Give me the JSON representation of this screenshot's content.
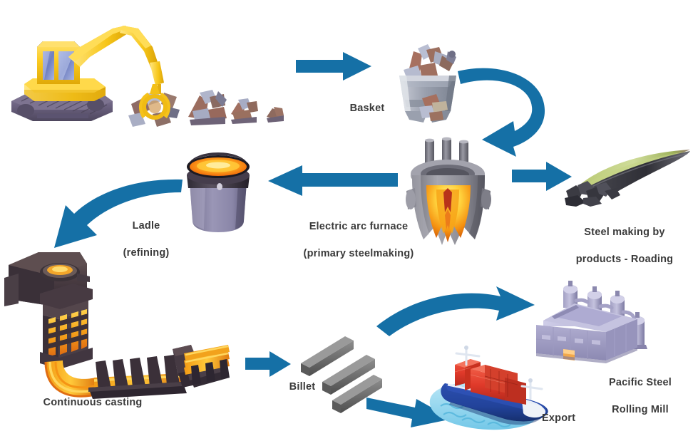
{
  "diagram": {
    "title": "Electric arc furnace steel making process flow",
    "accent_arrow_color": "#1570a6",
    "label_color": "#3a3a3a",
    "background": "#ffffff"
  },
  "nodes": [
    {
      "id": "excavator",
      "name": "scrap-handling-excavator",
      "label": "",
      "icon": "excavator-icon"
    },
    {
      "id": "scrap",
      "name": "scrap-metal-piles",
      "label": "",
      "icon": "scrap-pile-icon"
    },
    {
      "id": "basket",
      "name": "charge-basket",
      "label": "Basket",
      "icon": "basket-icon"
    },
    {
      "id": "eaf",
      "name": "electric-arc-furnace",
      "label": "Electric arc furnace\n(primary steelmaking)",
      "label_line1": "Electric arc furnace",
      "label_line2": "(primary steelmaking)",
      "icon": "electric-arc-furnace-icon"
    },
    {
      "id": "byproducts",
      "name": "steel-making-by-products",
      "label": "Steel making by\nproducts - Roading",
      "label_line1": "Steel making by",
      "label_line2": "products - Roading",
      "icon": "roading-aggregate-icon"
    },
    {
      "id": "ladle",
      "name": "refining-ladle",
      "label": "Ladle\n(refining)",
      "label_line1": "Ladle",
      "label_line2": "(refining)",
      "icon": "ladle-icon"
    },
    {
      "id": "caster",
      "name": "continuous-casting-machine",
      "label": "Continuous casting",
      "icon": "continuous-caster-icon"
    },
    {
      "id": "billet",
      "name": "steel-billets",
      "label": "Billet",
      "icon": "billet-icon"
    },
    {
      "id": "mill",
      "name": "pacific-steel-rolling-mill",
      "label": "Pacific Steel\nRolling Mill",
      "label_line1": "Pacific Steel",
      "label_line2": "Rolling Mill",
      "icon": "rolling-mill-icon"
    },
    {
      "id": "export",
      "name": "export-container-ship",
      "label": "Export",
      "icon": "container-ship-icon"
    }
  ],
  "arrows": [
    {
      "id": "a1",
      "name": "arrow-scrap-to-basket",
      "kind": "straight-right",
      "from": "scrap",
      "to": "basket"
    },
    {
      "id": "a2",
      "name": "arrow-basket-to-furnace",
      "kind": "curved-down-right",
      "from": "basket",
      "to": "eaf"
    },
    {
      "id": "a3",
      "name": "arrow-furnace-to-byproducts",
      "kind": "straight-right",
      "from": "eaf",
      "to": "byproducts"
    },
    {
      "id": "a4",
      "name": "arrow-furnace-to-ladle",
      "kind": "straight-left",
      "from": "eaf",
      "to": "ladle"
    },
    {
      "id": "a5",
      "name": "arrow-ladle-to-casting",
      "kind": "curved-down-left",
      "from": "ladle",
      "to": "caster"
    },
    {
      "id": "a6",
      "name": "arrow-casting-to-billet",
      "kind": "straight-right",
      "from": "caster",
      "to": "billet"
    },
    {
      "id": "a7",
      "name": "arrow-billet-to-rolling-mill",
      "kind": "curved-up-right",
      "from": "billet",
      "to": "mill"
    },
    {
      "id": "a8",
      "name": "arrow-billet-to-export",
      "kind": "straight-right-down",
      "from": "billet",
      "to": "export"
    }
  ],
  "labels": {
    "basket": "Basket",
    "eaf_line1": "Electric arc furnace",
    "eaf_line2": "(primary steelmaking)",
    "byproducts_line1": "Steel making by",
    "byproducts_line2": "products - Roading",
    "ladle_line1": "Ladle",
    "ladle_line2": "(refining)",
    "continuous_casting": "Continuous casting",
    "billet": "Billet",
    "mill_line1": "Pacific Steel",
    "mill_line2": "Rolling Mill",
    "export": "Export"
  },
  "colors": {
    "arrow_blue": "#1570a6",
    "arrow_blue_dark": "#0e5f92",
    "excavator_yellow": "#f5c21b",
    "excavator_yellow_light": "#ffe066",
    "track_grey": "#6e6480",
    "ladle_body": "#8a86a8",
    "molten_orange": "#f08a12",
    "molten_yellow": "#ffd24d",
    "furnace_grey": "#8d8d93",
    "mill_lavender": "#b5b3d4",
    "ship_hull": "#22439b",
    "ship_containers": "#e03a2a",
    "water_blue": "#8fd3ef",
    "billet_grey": "#6f6f6f",
    "road_green": "#b9cc6a",
    "aggregate_dark": "#3c3c44"
  }
}
